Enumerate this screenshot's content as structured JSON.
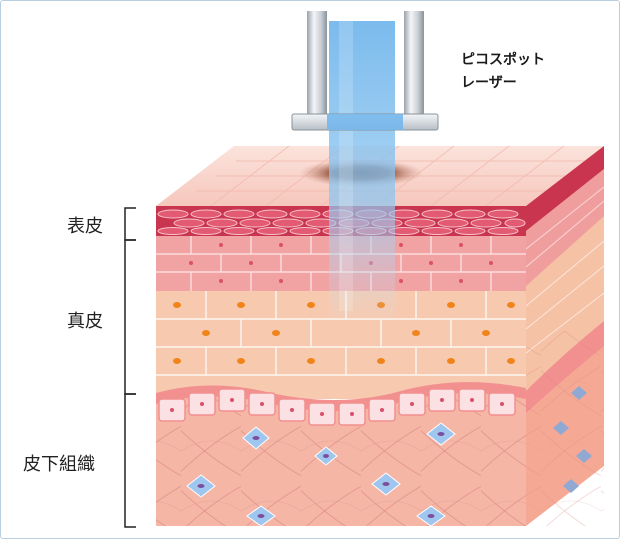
{
  "laser": {
    "label_line1": "ピコスポット",
    "label_line2": "レーザー"
  },
  "layers": {
    "epidermis": "表皮",
    "dermis": "真皮",
    "subcutis": "皮下組織"
  },
  "colors": {
    "frame_border": "#b9cfe0",
    "epidermis_red": "#c9354f",
    "dermis_pink": "#f1a2a2",
    "dermis_peach": "#f7c9ae",
    "subcutis_salmon": "#f6b6a6",
    "beam_blue": "#6fb6ec",
    "pigment_brown": "#6b2a10",
    "nucleus_orange": "#f0831a",
    "cell_blue": "#9ec6ee",
    "cell_purple": "#7b4f9b"
  }
}
